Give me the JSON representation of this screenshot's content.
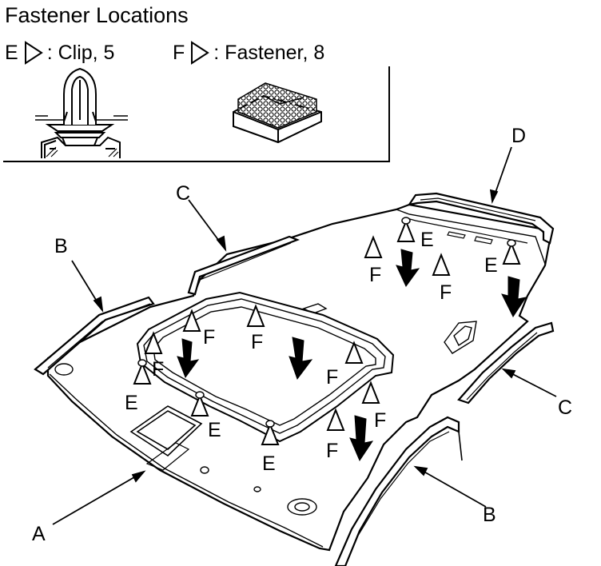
{
  "title": "Fastener Locations",
  "legend": {
    "e": {
      "letter": "E",
      "text": ": Clip, 5"
    },
    "f": {
      "letter": "F",
      "text": ": Fastener, 8"
    }
  },
  "parts": {
    "a": "A",
    "b": "B",
    "c": "C",
    "d": "D"
  },
  "markers": {
    "e": "E",
    "f": "F"
  }
}
